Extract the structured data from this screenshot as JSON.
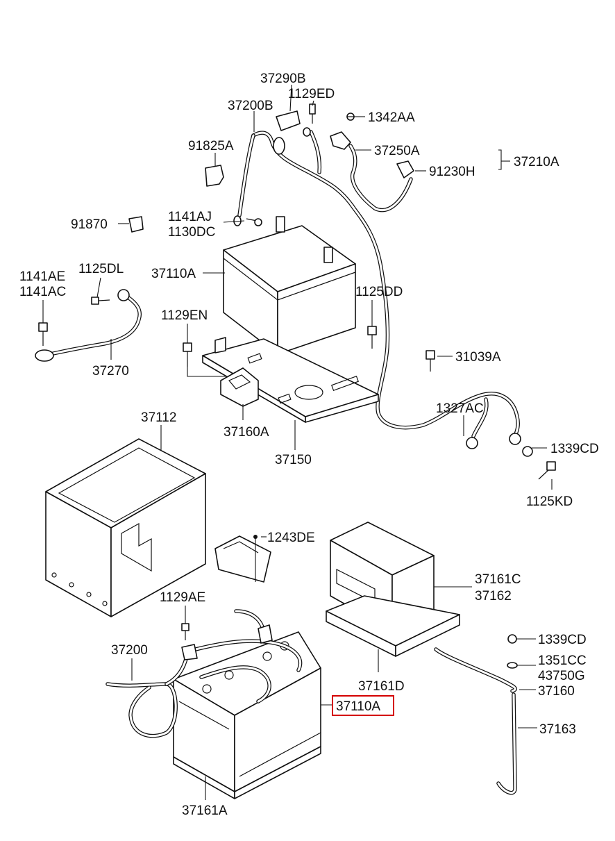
{
  "labels": {
    "l37290B": "37290B",
    "l1129ED": "1129ED",
    "l37200B": "37200B",
    "l1342AA": "1342AA",
    "l91825A": "91825A",
    "l37250A": "37250A",
    "l37210A": "37210A",
    "l91230H": "91230H",
    "l1141AJ": "1141AJ",
    "l1130DC": "1130DC",
    "l91870": "91870",
    "l1125DL": "1125DL",
    "l1141AE": "1141AE",
    "l1141AC": "1141AC",
    "l37110A_top": "37110A",
    "l1125DD": "1125DD",
    "l1129EN": "1129EN",
    "l37270": "37270",
    "l31039A": "31039A",
    "l1327AC": "1327AC",
    "l37160A": "37160A",
    "l1339CD_top": "1339CD",
    "l37150": "37150",
    "l1125KD": "1125KD",
    "l37112": "37112",
    "l1243DE": "1243DE",
    "l37161C": "37161C",
    "l37162": "37162",
    "l1129AE": "1129AE",
    "l37200": "37200",
    "l1339CD_bot": "1339CD",
    "l1351CC": "1351CC",
    "l43750G": "43750G",
    "l37161D": "37161D",
    "l37160": "37160",
    "l37110A_bot": "37110A",
    "l37163": "37163",
    "l37161A": "37161A"
  },
  "highlight": {
    "part": "37110A",
    "color": "#d40000"
  }
}
